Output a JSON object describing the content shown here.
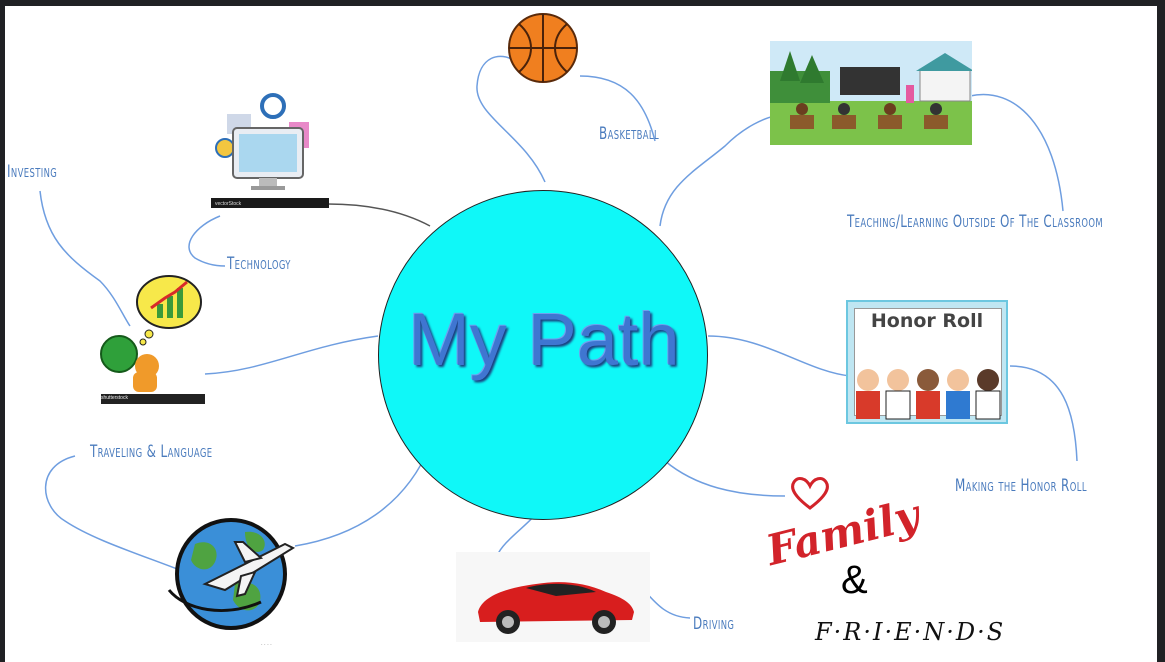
{
  "title": "My Path",
  "branches": {
    "basketball": "Basketball",
    "teaching": "Teaching/Learning Outside Of The Classroom",
    "honor_roll_label": "Making the Honor Roll",
    "driving": "Driving",
    "traveling": "Traveling & Language",
    "investing": "Investing",
    "technology": "Technology"
  },
  "images": {
    "honor_roll_sign": "Honor Roll",
    "family_word": "Family",
    "ampersand": "&",
    "friends_word": "F·R·I·E·N·D·S",
    "tech_watermark": "vectorStock",
    "invest_watermark": "shutterstock"
  },
  "colors": {
    "center_fill": "#0ff8f8",
    "center_text": "#3f76d1",
    "connector": "#6f9ee0",
    "label": "#4a7bbd",
    "family_red": "#d2232a"
  }
}
